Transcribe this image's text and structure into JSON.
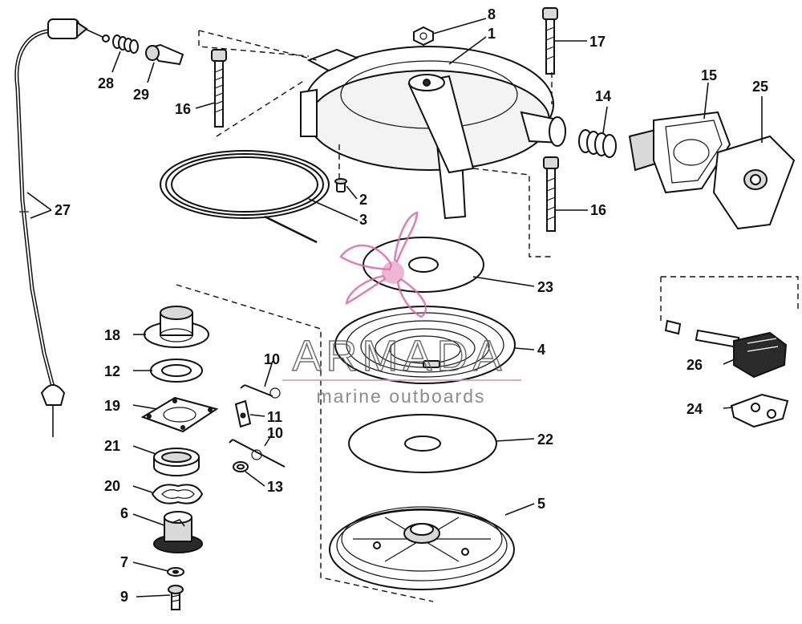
{
  "callouts": {
    "c1": "1",
    "c2": "2",
    "c3": "3",
    "c4": "4",
    "c5": "5",
    "c6": "6",
    "c7": "7",
    "c8": "8",
    "c9": "9",
    "c10a": "10",
    "c10b": "10",
    "c11": "11",
    "c12": "12",
    "c13": "13",
    "c14": "14",
    "c15": "15",
    "c16a": "16",
    "c16b": "16",
    "c17": "17",
    "c18": "18",
    "c19": "19",
    "c20": "20",
    "c21": "21",
    "c22": "22",
    "c23": "23",
    "c24": "24",
    "c25": "25",
    "c26": "26",
    "c27": "27",
    "c28": "28",
    "c29": "29"
  },
  "watermark": {
    "brand": "ARMADA",
    "tagline": "marine outboards"
  }
}
